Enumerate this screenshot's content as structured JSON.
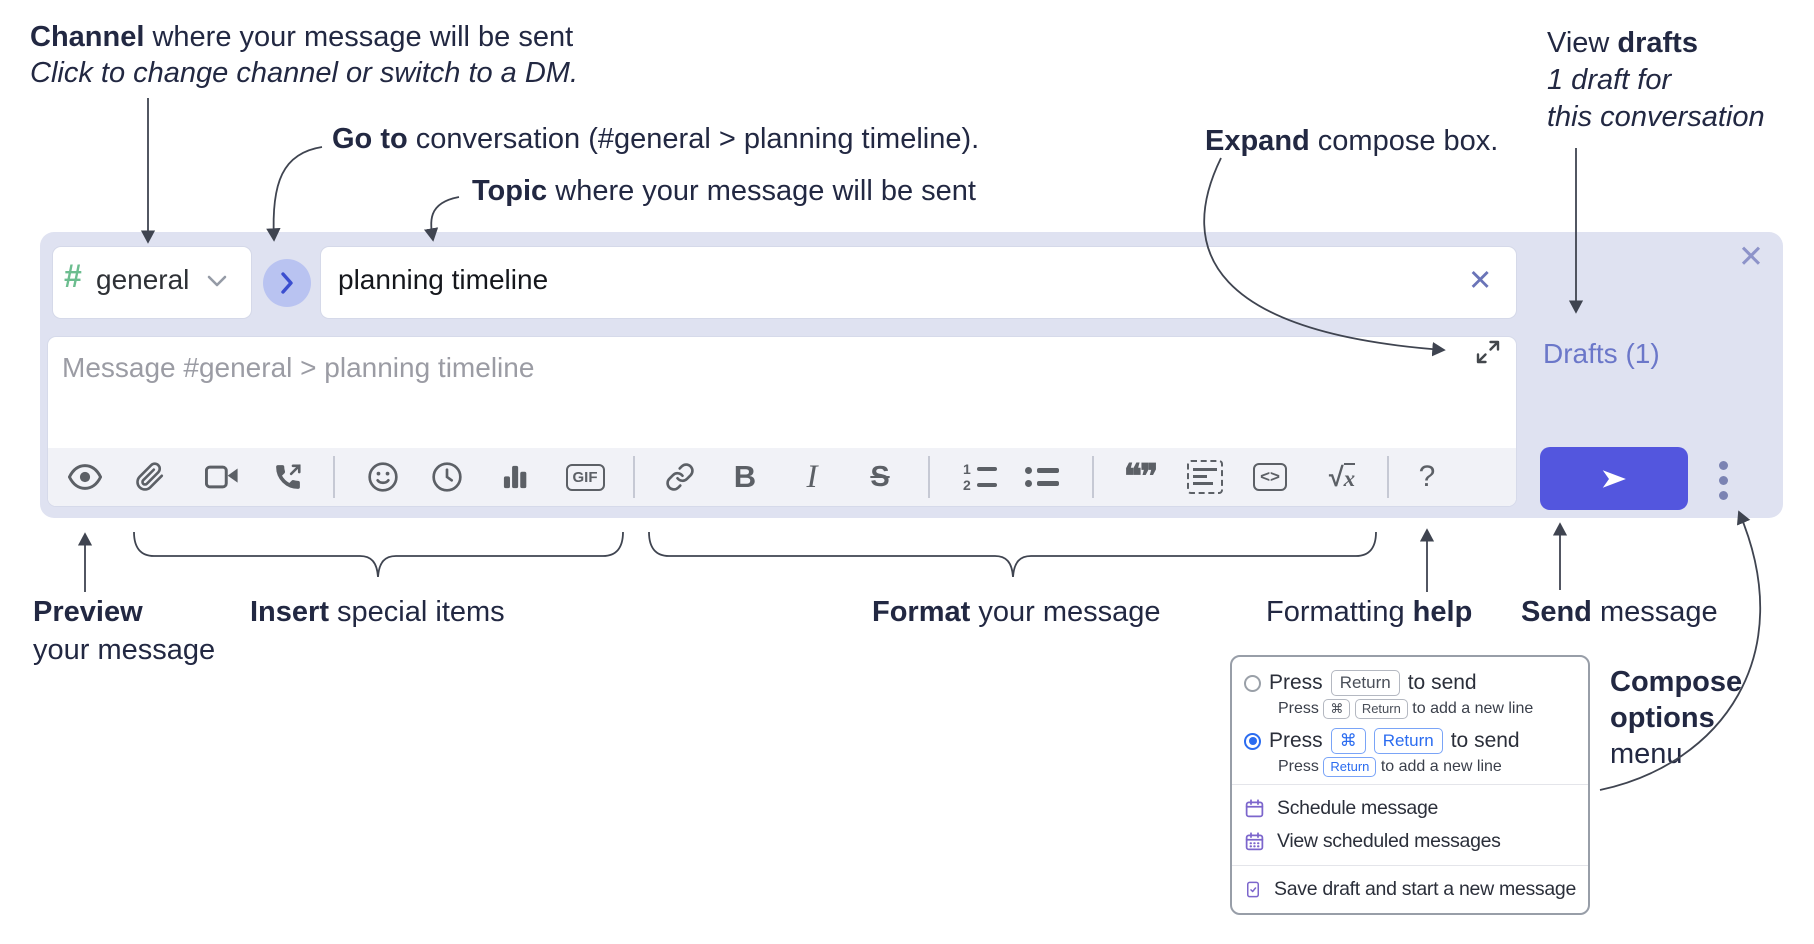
{
  "annotations": {
    "channel": {
      "bold": "Channel",
      "text": " where your message will be sent",
      "sub": "Click to change channel or switch to a DM."
    },
    "go_to": {
      "bold": "Go to",
      "text": " conversation (#general > planning timeline)."
    },
    "topic": {
      "bold": "Topic",
      "text": " where your message will be sent"
    },
    "expand": {
      "bold": "Expand",
      "text": " compose box."
    },
    "view_drafts": {
      "line1_pre": "View ",
      "line1_bold": "drafts",
      "line2": "1 draft for",
      "line3": "this conversation"
    },
    "preview": {
      "bold": "Preview",
      "line2": "your message"
    },
    "insert": {
      "bold": "Insert",
      "text": " special items"
    },
    "format": {
      "bold": "Format",
      "text": " your message"
    },
    "formatting_help": {
      "pre": "Formatting ",
      "bold": "help"
    },
    "send": {
      "bold": "Send",
      "text": " message"
    },
    "compose_options": {
      "line1": "Compose",
      "line2": "options",
      "line3": "menu"
    }
  },
  "compose": {
    "channel": {
      "hash": "#",
      "name": "general"
    },
    "topic_value": "planning timeline",
    "clear_x": "✕",
    "close_x": "✕",
    "message_placeholder": "Message #general > planning timeline",
    "drafts_label": "Drafts (1)",
    "toolbar": {
      "icons": [
        "preview-eye",
        "attach-paperclip",
        "video-call",
        "voice-call",
        "emoji-smiley",
        "time-clock",
        "poll-chart",
        "gif",
        "link",
        "bold",
        "italic",
        "strikethrough",
        "numbered-list",
        "bulleted-list",
        "quote",
        "spoiler",
        "code",
        "math",
        "help"
      ],
      "gif": "GIF",
      "bold": "B",
      "italic": "I",
      "strike": "S",
      "num1": "1",
      "num2": "2",
      "quote_glyph": "❝❞",
      "code": "<>",
      "sqrt": "√",
      "math_x": "x",
      "help": "?"
    }
  },
  "menu": {
    "opt1": {
      "press": "Press",
      "key": "Return",
      "suffix": "to send",
      "sub_press": "Press",
      "sub_key1": "⌘",
      "sub_key2": "Return",
      "sub_suffix": "to add a new line"
    },
    "opt2": {
      "press": "Press",
      "key1": "⌘",
      "key2": "Return",
      "suffix": "to send",
      "sub_press": "Press",
      "sub_key": "Return",
      "sub_suffix": "to add a new line"
    },
    "items": [
      "Schedule message",
      "View scheduled messages",
      "Save draft and start a new message"
    ]
  },
  "colors": {
    "container_bg": "#dfe2f1",
    "toolbar_bg": "#f1f2f7",
    "send_button": "#5356de",
    "accent_blue": "#2b6cf0",
    "drafts_link": "#6b77c9",
    "hash_green": "#6cbd8f",
    "menu_icon_purple": "#7c66cc",
    "icon_gray": "#5c6066",
    "annotation_text": "#222842"
  }
}
